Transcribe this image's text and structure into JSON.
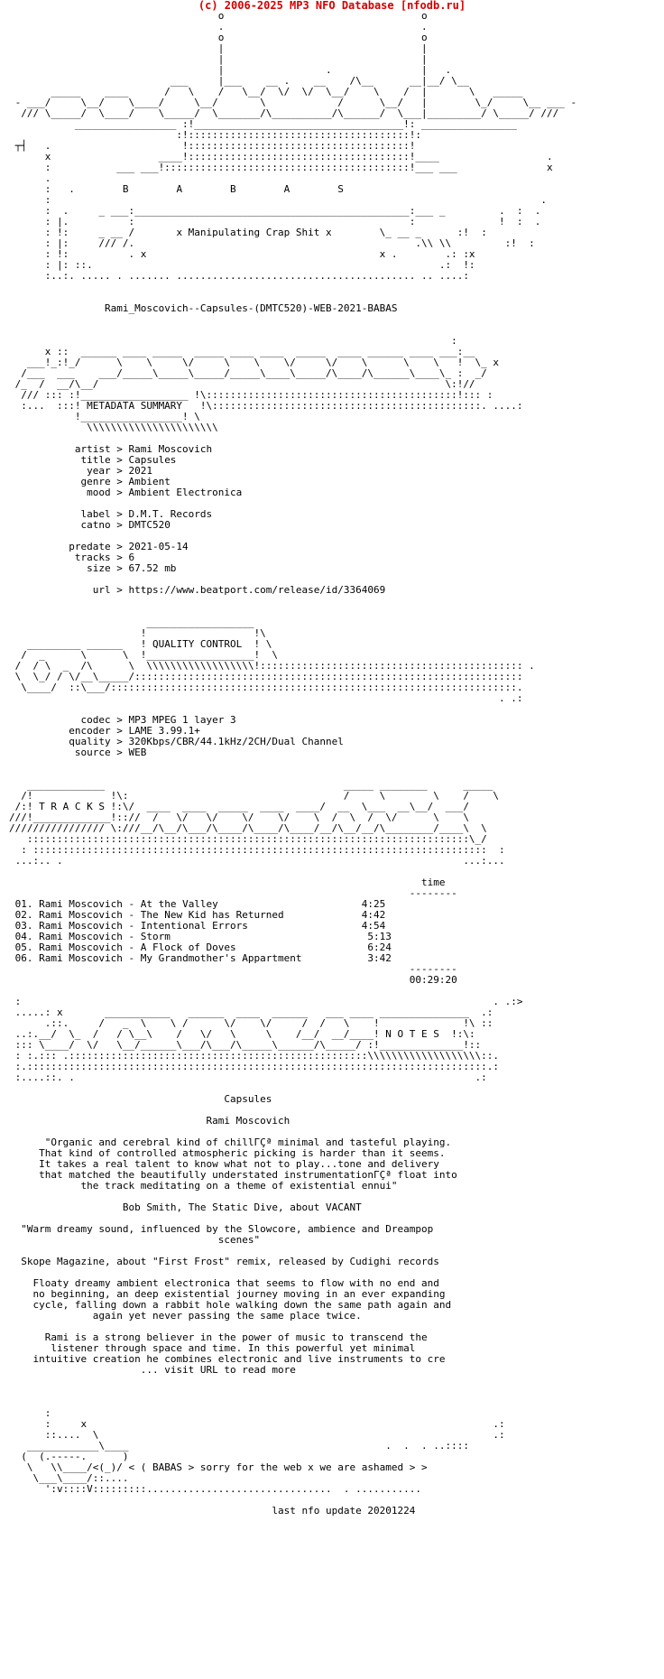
{
  "header": "(c) 2006-2025 MP3 NFO Database [nfodb.ru]",
  "release_name": "Rami_Moscovich--Capsules-(DMTC520)-WEB-2021-BABAS",
  "group_letters": "B        A        B        A        S",
  "tagline": "x Manipulating Crap Shit x",
  "sections": {
    "metadata": "METADATA SUMMARY",
    "quality": "QUALITY CONTROL",
    "tracks": "T R A C K S",
    "notes": "N O T E S"
  },
  "metadata": [
    {
      "key": "artist",
      "value": "Rami Moscovich"
    },
    {
      "key": "title",
      "value": "Capsules"
    },
    {
      "key": "year",
      "value": "2021"
    },
    {
      "key": "genre",
      "value": "Ambient"
    },
    {
      "key": "mood",
      "value": "Ambient Electronica"
    },
    {
      "key": "label",
      "value": "D.M.T. Records"
    },
    {
      "key": "catno",
      "value": "DMTC520"
    },
    {
      "key": "predate",
      "value": "2021-05-14"
    },
    {
      "key": "tracks",
      "value": "6"
    },
    {
      "key": "size",
      "value": "67.52 mb"
    },
    {
      "key": "url",
      "value": "https://www.beatport.com/release/id/3364069"
    }
  ],
  "quality": [
    {
      "key": "codec",
      "value": "MP3 MPEG 1 layer 3"
    },
    {
      "key": "encoder",
      "value": "LAME 3.99.1+"
    },
    {
      "key": "quality",
      "value": "320Kbps/CBR/44.1kHz/2CH/Dual Channel"
    },
    {
      "key": "source",
      "value": "WEB"
    }
  ],
  "time_header": "time",
  "tracklist": [
    {
      "num": "01.",
      "title": "Rami Moscovich - At the Valley",
      "time": "4:25"
    },
    {
      "num": "02.",
      "title": "Rami Moscovich - The New Kid has Returned",
      "time": "4:42"
    },
    {
      "num": "03.",
      "title": "Rami Moscovich - Intentional Errors",
      "time": "4:54"
    },
    {
      "num": "04.",
      "title": "Rami Moscovich - Storm",
      "time": "5:13"
    },
    {
      "num": "05.",
      "title": "Rami Moscovich - A Flock of Doves",
      "time": "6:24"
    },
    {
      "num": "06.",
      "title": "Rami Moscovich - My Grandmother's Appartment",
      "time": "3:42"
    }
  ],
  "total_time": "00:29:20",
  "notes": [
    "Capsules",
    "",
    "Rami Moscovich",
    "",
    "\"Organic and cerebral kind of chillГÇª minimal and tasteful playing.",
    "That kind of controlled atmospheric picking is harder than it seems.",
    "It takes a real talent to know what not to play...tone and delivery",
    "that matched the beautifully understated instrumentationГÇª float into",
    "the track meditating on a theme of existential ennui\"",
    "",
    "Bob Smith, The Static Dive, about VACANT",
    "",
    "\"Warm dreamy sound, influenced by the Slowcore, ambience and Dreampop",
    "scenes\"",
    "",
    "Skope Magazine, about \"First Frost\" remix, released by Cudighi records",
    "",
    "Floaty dreamy ambient electronica that seems to flow with no end and",
    "no beginning, an deep existential journey moving in an ever expanding",
    "cycle, falling down a rabbit hole walking down the same path again and",
    "again yet never passing the same place twice.",
    "",
    "Rami is a strong believer in the power of music to transcend the",
    "listener through space and time. In this powerful yet minimal",
    "intuitive creation he combines electronic and live instruments to cre",
    "... visit URL to read more"
  ],
  "footer_message": "< ( BABAS > sorry for the web x we are ashamed > >",
  "last_update": "last nfo update 20201224"
}
